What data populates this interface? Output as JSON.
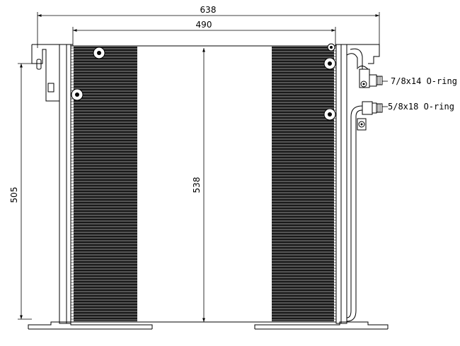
{
  "dimensions": {
    "overall_width": "638",
    "core_width": "490",
    "core_height": "538",
    "mount_height": "505"
  },
  "ports": {
    "upper_label": "7/8x14 O-ring",
    "lower_label": "5/8x18 O-ring"
  }
}
